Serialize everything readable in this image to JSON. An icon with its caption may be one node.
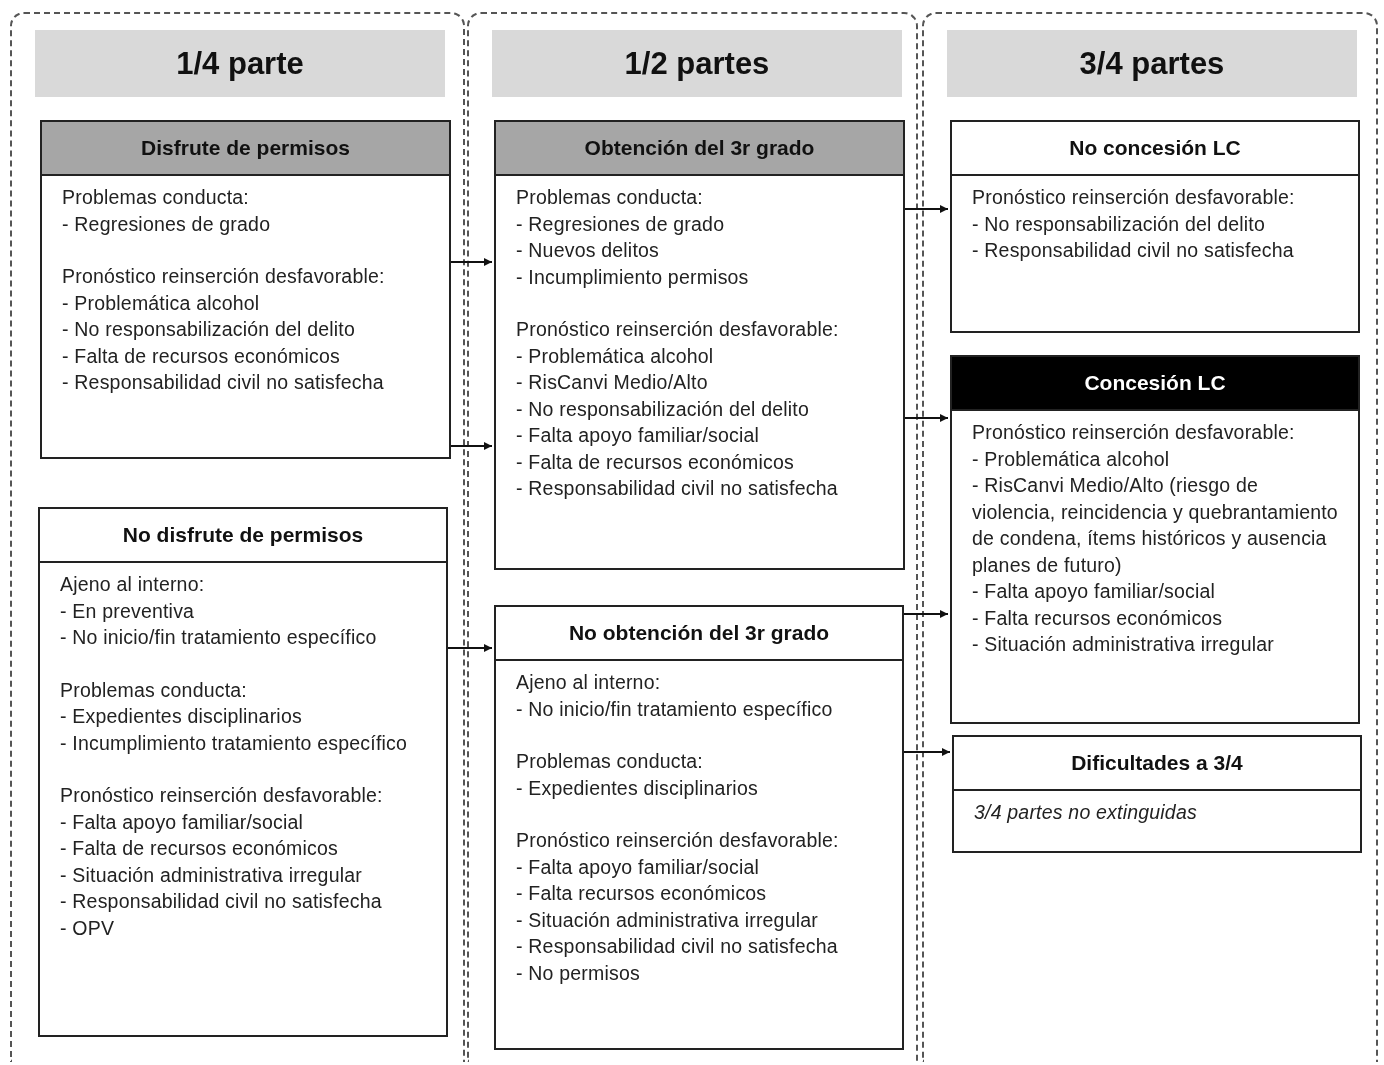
{
  "diagram": {
    "nodes": [
      {
        "text": [
          "1/4 parte"
        ]
      },
      {
        "text": [
          "Disfrute de permisos",
          "Problemas conducta:",
          "- Regresiones de grado",
          "Pronóstico reinserción desfavorable:",
          "- Problemática alcohol",
          "- No responsabilización del delito",
          "- Falta de recursos económicos",
          "- Responsabilidad civil no satisfecha"
        ],
        "in": 0
      },
      {
        "text": [
          "No disfrute de permisos",
          "Ajeno al interno:",
          "- En preventiva",
          "- No inicio/fin tratamiento específico",
          "Problemas conducta:",
          "- Expedientes disciplinarios",
          "- Incumplimiento tratamiento específico",
          "Pronóstico reinserción desfavorable:",
          "- Falta apoyo familiar/social",
          "- Falta de recursos económicos",
          "- Situación administrativa irregular",
          "- Responsabilidad civil no satisfecha",
          "- OPV"
        ],
        "in": 0
      },
      {
        "text": [
          "1/2 partes"
        ]
      },
      {
        "text": [
          "Obtención del 3r grado",
          "Problemas conducta:",
          "- Regresiones de grado",
          "- Nuevos delitos",
          "- Incumplimiento permisos",
          "Pronóstico reinserción desfavorable:",
          "- Problemática alcohol",
          "- RisCanvi Medio/Alto",
          "- No responsabilización del delito",
          "- Falta apoyo familiar/social",
          "- Falta de recursos económicos",
          "- Responsabilidad civil no satisfecha"
        ],
        "in": 3
      },
      {
        "text": [
          "No obtención del 3r grado",
          "Ajeno al interno:",
          "- No inicio/fin tratamiento específico",
          "Problemas conducta:",
          "- Expedientes disciplinarios",
          "Pronóstico reinserción desfavorable:",
          "- Falta apoyo familiar/social",
          "- Falta recursos económicos",
          "- Situación administrativa irregular",
          "- Responsabilidad civil no satisfecha",
          "- No permisos"
        ],
        "in": 3
      },
      {
        "text": [
          "3/4 partes"
        ]
      },
      {
        "text": [
          "No concesión LC",
          "Pronóstico reinserción desfavorable:",
          "- No responsabilización del delito",
          "- Responsabilidad civil no satisfecha"
        ],
        "in": 6
      },
      {
        "text": [
          "Concesión LC",
          "Pronóstico reinserción desfavorable:",
          "- Problemática alcohol",
          "- RisCanvi Medio/Alto (riesgo de violencia, reincidencia y quebrantamiento de condena, ítems históricos y ausencia planes de futuro)",
          "- Falta apoyo familiar/social",
          "- Falta recursos económicos",
          "- Situación administrativa irregular"
        ],
        "in": 6
      },
      {
        "text": [
          "Dificultades a 3/4",
          "3/4 partes no extinguidas"
        ],
        "in": 6
      }
    ],
    "edges": [
      {
        "from": 1,
        "to": 4,
        "arrow": "to"
      },
      {
        "from": 1,
        "to": 4,
        "arrow": "to"
      },
      {
        "from": 2,
        "to": 5,
        "arrow": "to"
      },
      {
        "from": 4,
        "to": 7,
        "arrow": "to"
      },
      {
        "from": 4,
        "to": 8,
        "arrow": "to"
      },
      {
        "from": 5,
        "to": 8,
        "arrow": "to"
      },
      {
        "from": 5,
        "to": 9,
        "arrow": "to"
      }
    ]
  }
}
